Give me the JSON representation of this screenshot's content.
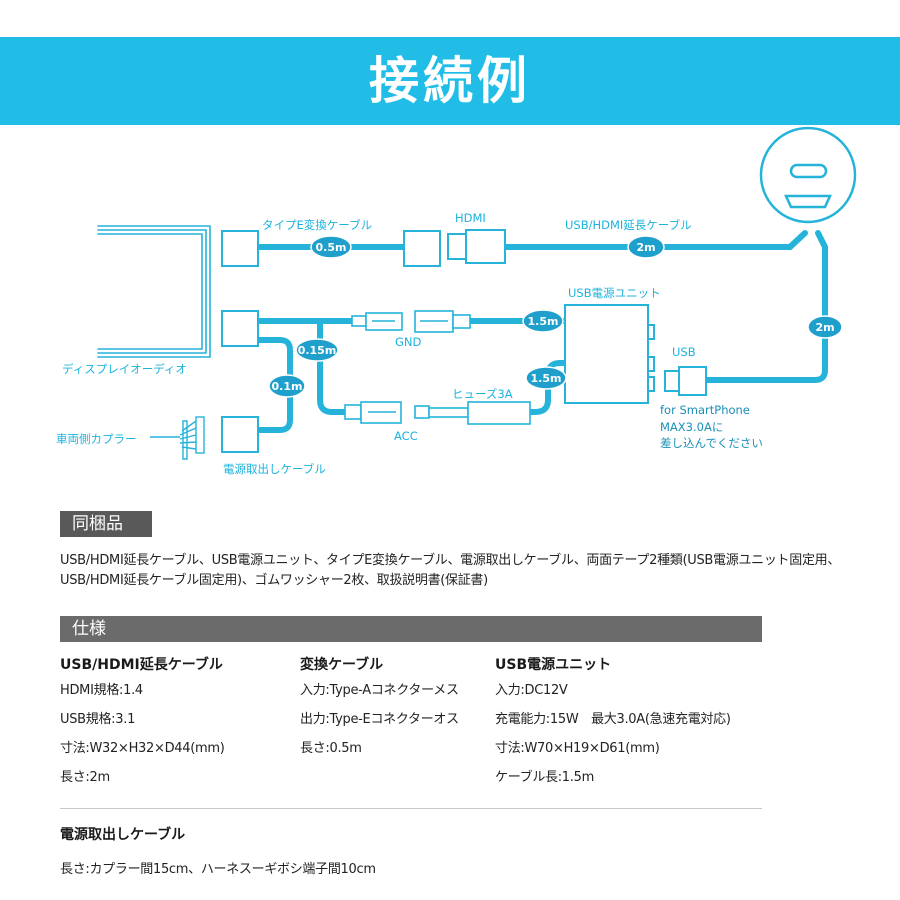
{
  "header": {
    "title": "接続例"
  },
  "diagram": {
    "labels": {
      "type_e_cable": "タイプE変換ケーブル",
      "hdmi": "HDMI",
      "usb_hdmi_cable": "USB/HDMI延長ケーブル",
      "usb_power_unit": "USB電源ユニット",
      "gnd": "GND",
      "usb": "USB",
      "display_audio": "ディスプレイオーディオ",
      "fuse": "ヒューズ3A",
      "acc": "ACC",
      "vehicle_coupler": "車両側カプラー",
      "power_cable": "電源取出しケーブル",
      "smartphone_line1": "for SmartPhone",
      "smartphone_line2": "MAX3.0Aに",
      "smartphone_line3": "差し込んでください"
    },
    "badges": {
      "type_e": "0.5m",
      "usb_hdmi_horizontal": "2m",
      "usb_hdmi_vertical": "2m",
      "gnd": "1.5m",
      "fuse": "1.5m",
      "branch_015": "0.15m",
      "branch_01": "0.1m"
    }
  },
  "included": {
    "heading": "同梱品",
    "text": "USB/HDMI延長ケーブル、USB電源ユニット、タイプE変換ケーブル、電源取出しケーブル、両面テープ2種類(USB電源ユニット固定用、USB/HDMI延長ケーブル固定用)、ゴムワッシャー2枚、取扱説明書(保証書)"
  },
  "specs": {
    "heading": "仕様",
    "columns": [
      {
        "title": "USB/HDMI延長ケーブル",
        "lines": [
          "HDMI規格:1.4",
          "USB規格:3.1",
          "寸法:W32×H32×D44(mm)",
          "長さ:2m"
        ]
      },
      {
        "title": "変換ケーブル",
        "lines": [
          "入力:Type-Aコネクターメス",
          "出力:Type-Eコネクターオス",
          "長さ:0.5m"
        ]
      },
      {
        "title": "USB電源ユニット",
        "lines": [
          "入力:DC12V",
          "充電能力:15W　最大3.0A(急速充電対応)",
          "寸法:W70×H19×D61(mm)",
          "ケーブル長:1.5m"
        ]
      }
    ],
    "power_cable": {
      "title": "電源取出しケーブル",
      "text": "長さ:カプラー間15cm、ハーネスーギボシ端子間10cm"
    }
  },
  "colors": {
    "accent": "#22bde6",
    "diagram_line": "#25b3da",
    "badge": "#1f9fcb",
    "section_bar": "#5e5e5e"
  }
}
